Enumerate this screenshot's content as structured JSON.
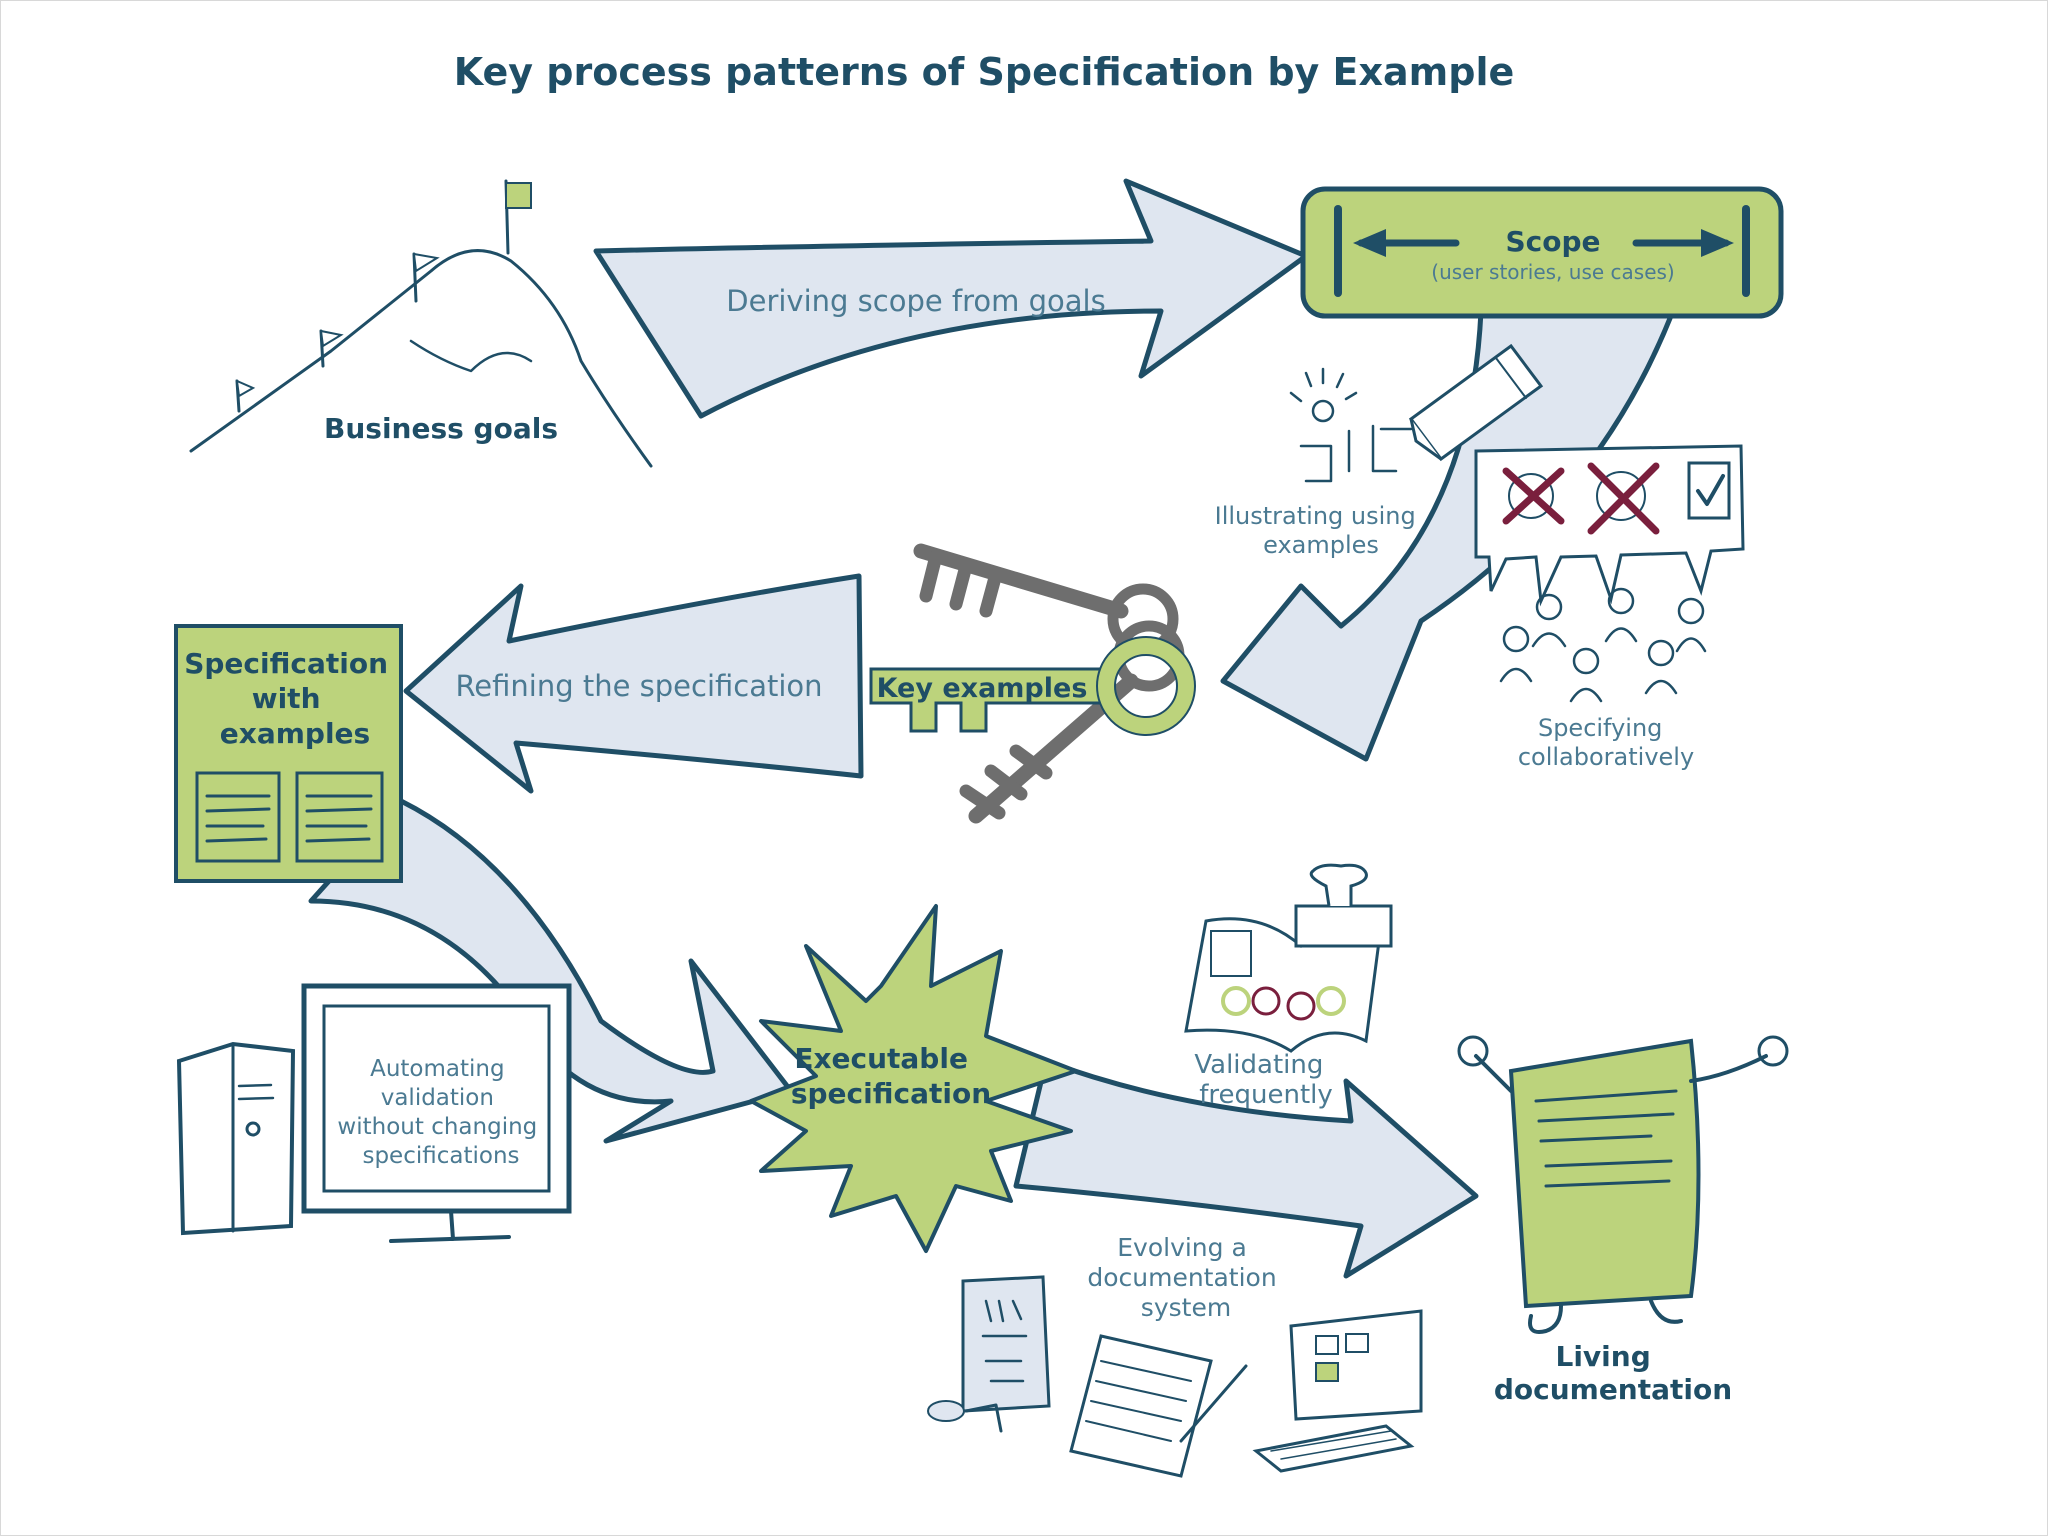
{
  "title": "Key process patterns of Specification by Example",
  "colors": {
    "ink": "#1f4e66",
    "arrow_fill": "#dfe6f0",
    "green": "#bcd37c",
    "crimson": "#7a1f3d",
    "key_gray": "#6e6e6e",
    "label": "#4b7a92"
  },
  "nodes": {
    "business_goals": "Business goals",
    "scope": "Scope",
    "scope_sub": "(user stories, use cases)",
    "key_examples": "Key examples",
    "spec_with_examples": [
      "Specification",
      "with",
      "examples"
    ],
    "executable_spec": [
      "Executable",
      "specification"
    ],
    "living_doc": [
      "Living",
      "documentation"
    ]
  },
  "steps": {
    "deriving_scope": "Deriving scope from goals",
    "illustrating": [
      "Illustrating using",
      "examples"
    ],
    "specifying_collab": [
      "Specifying",
      "collaboratively"
    ],
    "refining": "Refining the specification",
    "automating": [
      "Automating",
      "validation",
      "without changing",
      "specifications"
    ],
    "validating": [
      "Validating",
      "frequently"
    ],
    "evolving": [
      "Evolving a",
      "documentation",
      "system"
    ]
  },
  "icons": {
    "mountain": "mountain-with-flags-icon",
    "pencil": "pencil-icon",
    "lightbulb_person": "thinking-person-icon",
    "speech_bubble": "options-speech-bubble-icon",
    "people_group": "people-group-icon",
    "keys": "keys-icon",
    "computer": "desktop-computer-icon",
    "stamp_book": "stamp-and-book-icon",
    "tablet": "stone-tablet-icon",
    "paper": "handwritten-paper-icon",
    "laptop": "computer-terminal-icon",
    "doc_character": "happy-document-icon"
  }
}
